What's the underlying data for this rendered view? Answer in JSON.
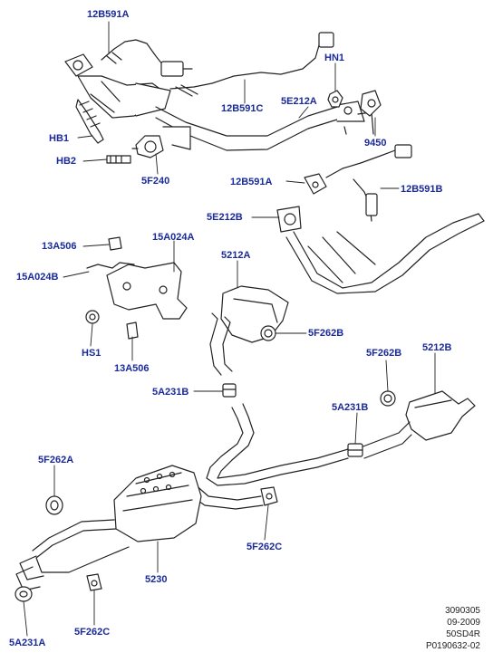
{
  "colors": {
    "label": "#1a2a9a",
    "line": "#222222",
    "part_fill": "#ffffff",
    "part_shade": "#d9d9d9"
  },
  "callouts": {
    "c01": "12B591A",
    "c02": "HN1",
    "c03": "12B591C",
    "c04": "5E212A",
    "c05": "HB1",
    "c06": "9450",
    "c07": "HB2",
    "c08": "5F240",
    "c09": "12B591A",
    "c10": "12B591B",
    "c11": "5E212B",
    "c12": "13A506",
    "c13": "15A024A",
    "c14": "5212A",
    "c15": "15A024B",
    "c16": "HS1",
    "c17": "5F262B",
    "c18": "13A506",
    "c19": "5F262B",
    "c20": "5212B",
    "c21": "5A231B",
    "c22": "5A231B",
    "c23": "5F262A",
    "c24": "5F262C",
    "c25": "5230",
    "c26": "5F262C",
    "c27": "5A231A"
  },
  "meta": {
    "line1": "3090305",
    "line2": "09-2009",
    "line3": "50SD4R",
    "line4": "P0190632-02"
  }
}
